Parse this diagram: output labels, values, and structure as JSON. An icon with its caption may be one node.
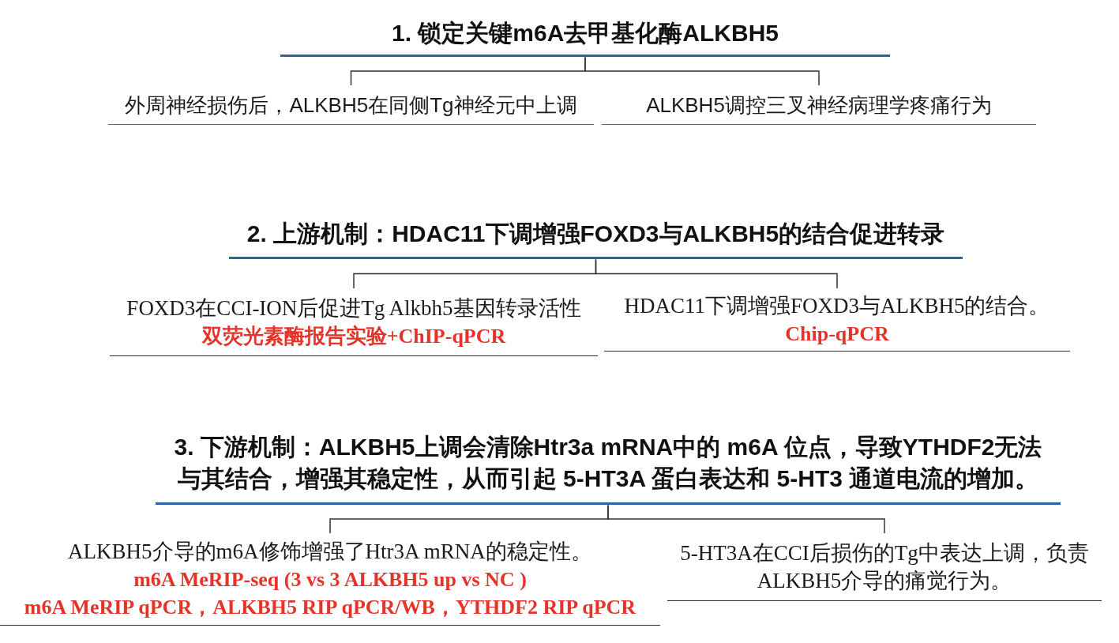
{
  "diagram": {
    "nodes": [
      {
        "text": [
          "1. 锁定关键m6A去甲基化酶ALKBH5"
        ]
      },
      {
        "text": [
          "外周神经损伤后，ALKBH5在同侧Tg神经元中上调"
        ]
      },
      {
        "text": [
          "ALKBH5调控三叉神经病理学疼痛行为"
        ]
      },
      {
        "text": [
          "2. 上游机制：HDAC11下调增强FOXD3与ALKBH5的结合促进转录"
        ]
      },
      {
        "text": [
          "FOXD3在CCI-ION后促进Tg Alkbh5基因转录活性",
          "双荧光素酶报告实验+ChIP-qPCR"
        ]
      },
      {
        "text": [
          "HDAC11下调增强FOXD3与ALKBH5的结合。",
          "Chip-qPCR"
        ]
      },
      {
        "text": [
          "3. 下游机制：ALKBH5上调会清除Htr3a mRNA中的 m6A 位点，导致YTHDF2无法与其结合，增强其稳定性，从而引起 5-HT3A 蛋白表达和 5-HT3 通道电流的增加。"
        ]
      },
      {
        "text": [
          "ALKBH5介导的m6A修饰增强了Htr3A mRNA的稳定性。",
          "m6A MeRIP-seq (3 vs 3 ALKBH5 up vs NC )",
          "m6A MeRIP qPCR，ALKBH5 RIP qPCR/WB，YTHDF2 RIP qPCR"
        ]
      },
      {
        "text": [
          "5-HT3A在CCI后损伤的Tg中表达上调，负责ALKBH5介导的痛觉行为。"
        ]
      }
    ],
    "edges": [
      {
        "from": 0,
        "to": 1,
        "arrow": "none"
      },
      {
        "from": 0,
        "to": 2,
        "arrow": "none"
      },
      {
        "from": 3,
        "to": 4,
        "arrow": "none"
      },
      {
        "from": 3,
        "to": 5,
        "arrow": "none"
      },
      {
        "from": 6,
        "to": 7,
        "arrow": "none"
      },
      {
        "from": 6,
        "to": 8,
        "arrow": "none"
      }
    ]
  }
}
